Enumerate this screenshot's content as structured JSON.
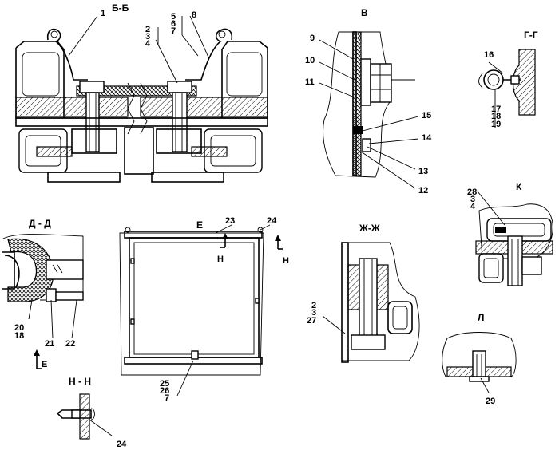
{
  "views": {
    "bb": {
      "title": "Б-Б",
      "labels": [
        "1",
        "2",
        "3",
        "4",
        "5",
        "6",
        "7",
        "8"
      ]
    },
    "v": {
      "title": "В",
      "labels": [
        "9",
        "10",
        "11",
        "15",
        "14",
        "13",
        "12"
      ]
    },
    "gg": {
      "title": "Г-Г",
      "labels": [
        "16",
        "17",
        "18",
        "19"
      ]
    },
    "k": {
      "title": "К",
      "labels": [
        "28",
        "3",
        "4"
      ]
    },
    "dd": {
      "title": "Д - Д",
      "labels": [
        "20",
        "18",
        "21",
        "22"
      ],
      "section_marker": "Е"
    },
    "e": {
      "title": "Е",
      "labels": [
        "23",
        "24",
        "25",
        "26",
        "7"
      ],
      "section_marker_left": "Н",
      "section_marker_right": "Н"
    },
    "zhzh": {
      "title": "Ж-Ж",
      "labels": [
        "2",
        "3",
        "27"
      ]
    },
    "l": {
      "title": "Л",
      "labels": [
        "29"
      ]
    },
    "nn": {
      "title": "Н - Н",
      "labels": [
        "24"
      ]
    }
  }
}
